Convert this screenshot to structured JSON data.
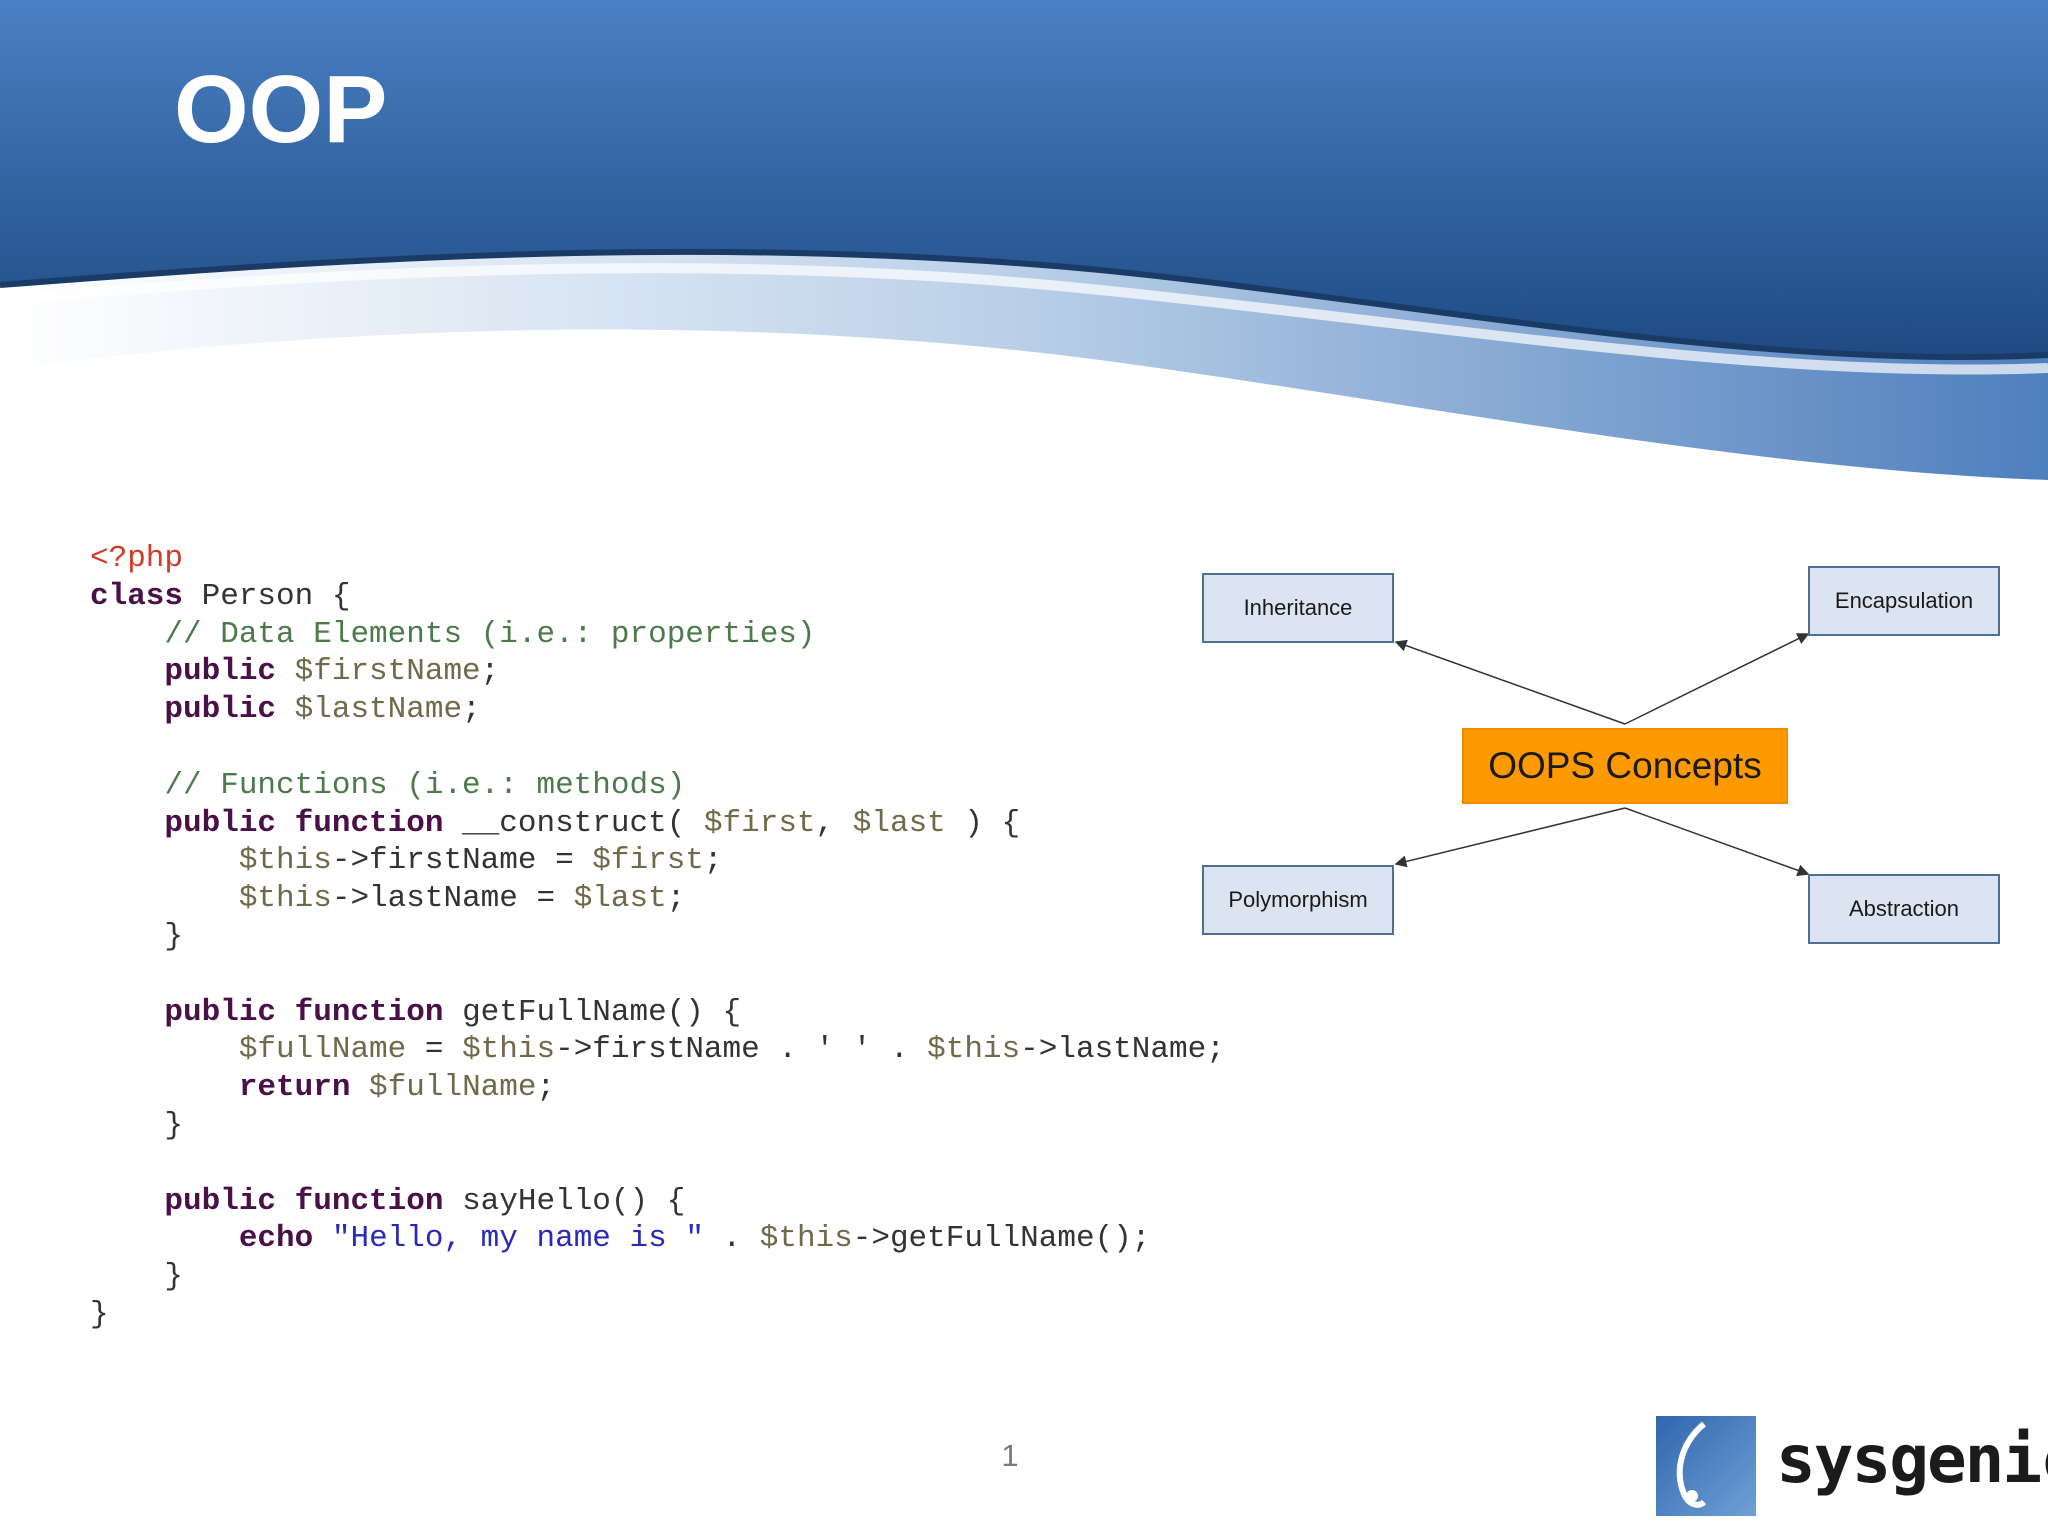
{
  "slide": {
    "title": "OOP",
    "page_number": "1",
    "logo_text": "sysgenic"
  },
  "code_lines": [
    [
      {
        "c": "tag",
        "t": "<?php"
      }
    ],
    [
      {
        "c": "kw",
        "t": "class"
      },
      {
        "c": "plain",
        "t": " Person {"
      }
    ],
    [
      {
        "c": "cmt",
        "t": "    // Data Elements (i.e.: properties)"
      }
    ],
    [
      {
        "c": "kw",
        "t": "    public"
      },
      {
        "c": "var",
        "t": " $firstName"
      },
      {
        "c": "plain",
        "t": ";"
      }
    ],
    [
      {
        "c": "kw",
        "t": "    public"
      },
      {
        "c": "var",
        "t": " $lastName"
      },
      {
        "c": "plain",
        "t": ";"
      }
    ],
    [
      {
        "c": "plain",
        "t": " "
      }
    ],
    [
      {
        "c": "cmt",
        "t": "    // Functions (i.e.: methods)"
      }
    ],
    [
      {
        "c": "kw",
        "t": "    public function"
      },
      {
        "c": "plain",
        "t": " __construct( "
      },
      {
        "c": "var",
        "t": "$first"
      },
      {
        "c": "plain",
        "t": ", "
      },
      {
        "c": "var",
        "t": "$last"
      },
      {
        "c": "plain",
        "t": " ) {"
      }
    ],
    [
      {
        "c": "var",
        "t": "        $this"
      },
      {
        "c": "plain",
        "t": "->firstName = "
      },
      {
        "c": "var",
        "t": "$first"
      },
      {
        "c": "plain",
        "t": ";"
      }
    ],
    [
      {
        "c": "var",
        "t": "        $this"
      },
      {
        "c": "plain",
        "t": "->lastName = "
      },
      {
        "c": "var",
        "t": "$last"
      },
      {
        "c": "plain",
        "t": ";"
      }
    ],
    [
      {
        "c": "plain",
        "t": "    }"
      }
    ],
    [
      {
        "c": "plain",
        "t": " "
      }
    ],
    [
      {
        "c": "kw",
        "t": "    public function"
      },
      {
        "c": "plain",
        "t": " getFullName() {"
      }
    ],
    [
      {
        "c": "var",
        "t": "        $fullName"
      },
      {
        "c": "plain",
        "t": " = "
      },
      {
        "c": "var",
        "t": "$this"
      },
      {
        "c": "plain",
        "t": "->firstName . ' ' . "
      },
      {
        "c": "var",
        "t": "$this"
      },
      {
        "c": "plain",
        "t": "->lastName;"
      }
    ],
    [
      {
        "c": "kw",
        "t": "        return"
      },
      {
        "c": "var",
        "t": " $fullName"
      },
      {
        "c": "plain",
        "t": ";"
      }
    ],
    [
      {
        "c": "plain",
        "t": "    }"
      }
    ],
    [
      {
        "c": "plain",
        "t": " "
      }
    ],
    [
      {
        "c": "kw",
        "t": "    public function"
      },
      {
        "c": "plain",
        "t": " sayHello() {"
      }
    ],
    [
      {
        "c": "kw",
        "t": "        echo"
      },
      {
        "c": "plain",
        "t": " "
      },
      {
        "c": "str",
        "t": "\"Hello, my name is \""
      },
      {
        "c": "plain",
        "t": " . "
      },
      {
        "c": "var",
        "t": "$this"
      },
      {
        "c": "plain",
        "t": "->getFullName();"
      }
    ],
    [
      {
        "c": "plain",
        "t": "    }"
      }
    ],
    [
      {
        "c": "plain",
        "t": "}"
      }
    ]
  ],
  "diagram": {
    "center": "OOPS Concepts",
    "inheritance": "Inheritance",
    "encapsulation": "Encapsulation",
    "polymorphism": "Polymorphism",
    "abstraction": "Abstraction"
  },
  "colors": {
    "header_dark": "#1f4f88",
    "header_light": "#4a7fc1",
    "center_box": "#ff9900",
    "concept_box": "#dbe5f2"
  }
}
